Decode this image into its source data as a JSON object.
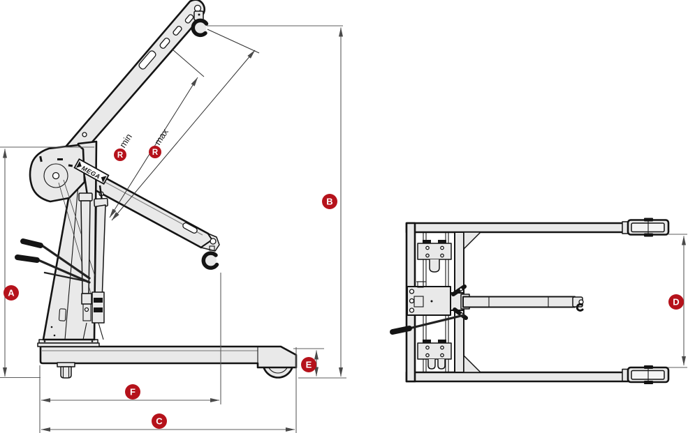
{
  "brand": {
    "name": "MEGA"
  },
  "labels": {
    "a": "A",
    "b": "B",
    "c": "C",
    "d": "D",
    "e": "E",
    "f": "F",
    "r": "R",
    "r_min_suffix": "min",
    "r_max_suffix": "max"
  },
  "colors": {
    "badge_red": "#b5121b",
    "badge_text": "#ffffff",
    "dim_line": "#5c5c5c",
    "r_dim_line": "#303030",
    "outline": "#141414",
    "fill_light": "#e9e9e9",
    "fill_lighter": "#f5f5f5",
    "background": "#ffffff"
  }
}
